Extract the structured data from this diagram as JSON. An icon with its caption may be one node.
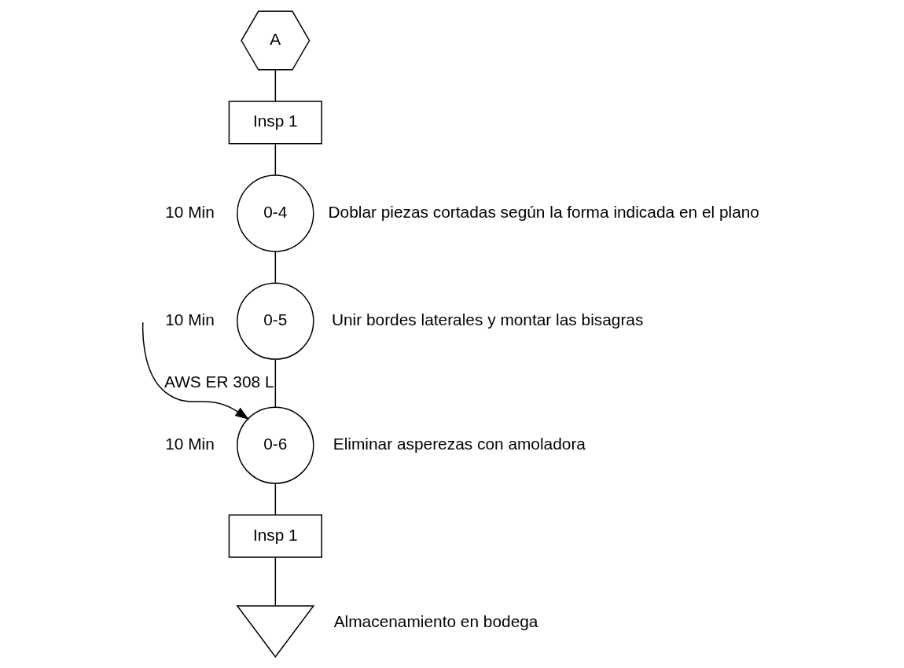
{
  "diagram": {
    "nodes": [
      {
        "text": [
          "A"
        ]
      },
      {
        "text": [
          "Insp 1"
        ]
      },
      {
        "text": [
          "0-4"
        ],
        "beside": [
          "10 Min",
          "Doblar piezas cortadas según la forma indicada en el plano"
        ]
      },
      {
        "text": [
          "0-5"
        ],
        "beside": [
          "10 Min",
          "Unir bordes laterales y montar las bisagras"
        ]
      },
      {
        "text": [
          "0-6"
        ],
        "beside": [
          "10 Min",
          "Eliminar asperezas con amoladora"
        ]
      },
      {
        "text": [
          "Insp 1"
        ]
      },
      {
        "text": [],
        "shape": "triangle",
        "beside": [
          "Almacenamiento en bodega"
        ]
      }
    ],
    "edges": [
      {
        "from": 0,
        "to": 1,
        "arrow": "none"
      },
      {
        "from": 1,
        "to": 2,
        "arrow": "none"
      },
      {
        "from": 2,
        "to": 3,
        "arrow": "none"
      },
      {
        "from": 3,
        "to": 4,
        "arrow": "none"
      },
      {
        "from": null,
        "to": 4,
        "arrow": "to",
        "label": "AWS ER 308 L"
      },
      {
        "from": 4,
        "to": 5,
        "arrow": "none"
      },
      {
        "from": 5,
        "to": 6,
        "arrow": "none"
      }
    ]
  }
}
